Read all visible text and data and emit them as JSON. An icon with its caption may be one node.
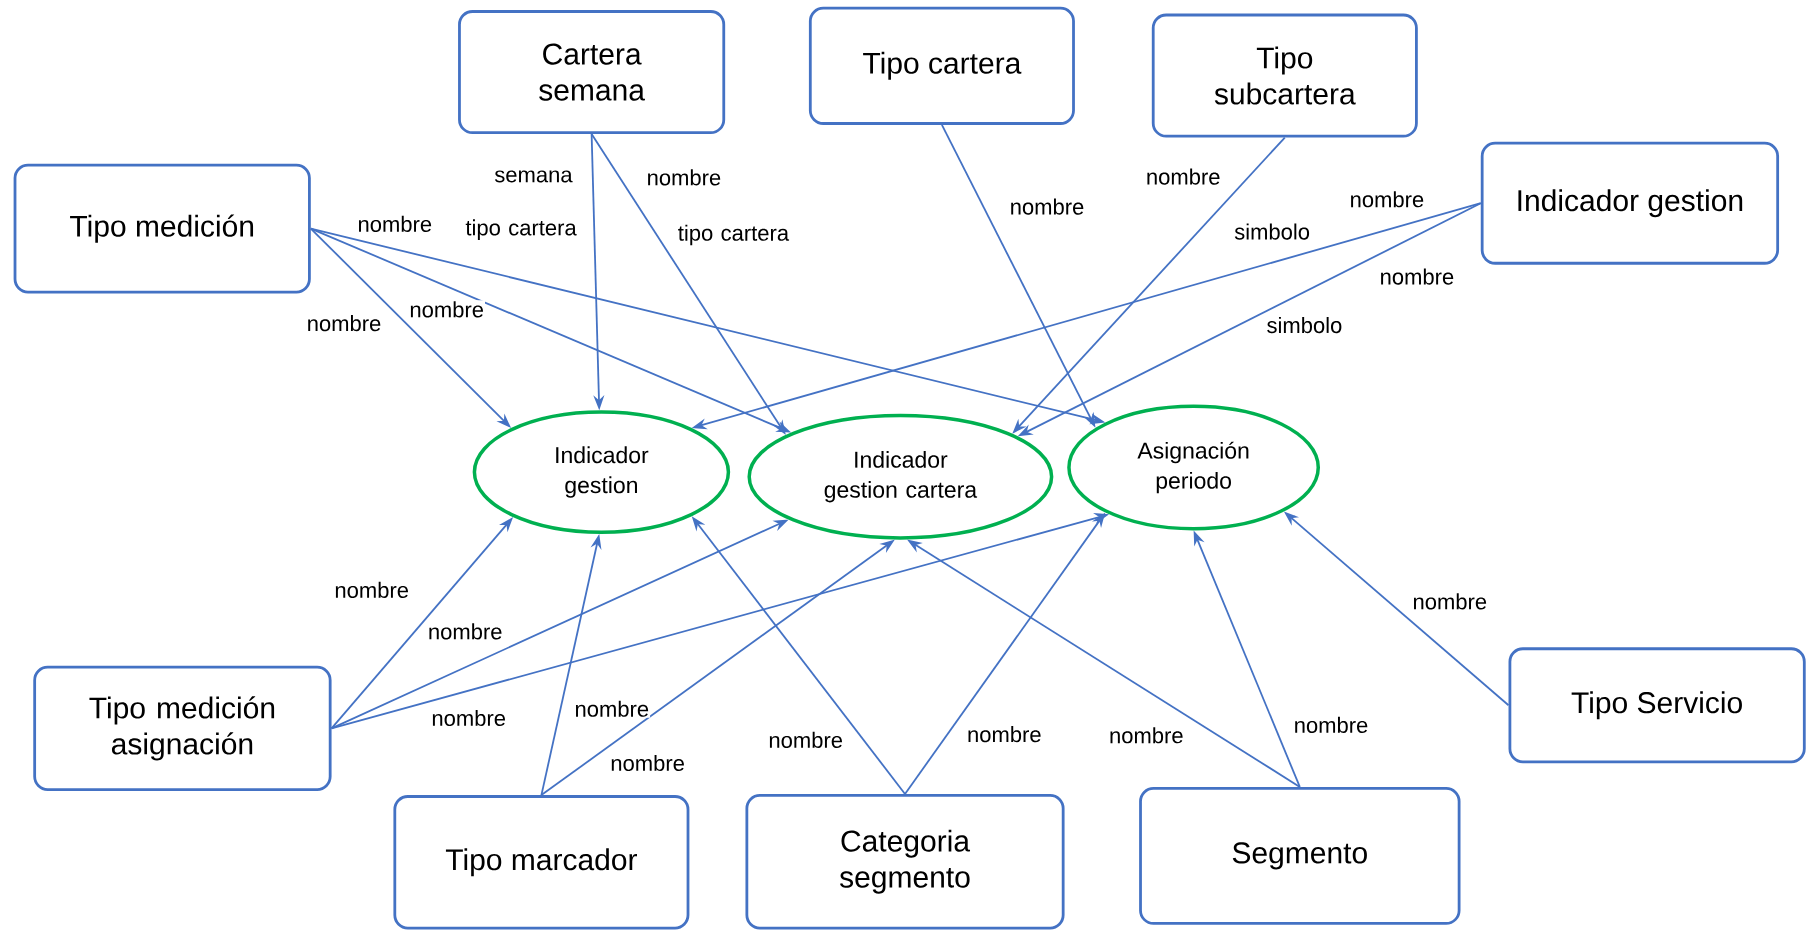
{
  "diagram": {
    "nodes": [
      {
        "text": [
          "Tipo medición"
        ]
      },
      {
        "text": [
          "Cartera semana"
        ]
      },
      {
        "text": [
          "Tipo cartera"
        ]
      },
      {
        "text": [
          "Tipo subcartera"
        ]
      },
      {
        "text": [
          "Indicador gestion"
        ]
      },
      {
        "text": [
          "Indicador gestion"
        ]
      },
      {
        "text": [
          "Indicador gestion cartera"
        ]
      },
      {
        "text": [
          "Asignación periodo"
        ]
      },
      {
        "text": [
          "Tipo medición asignación"
        ]
      },
      {
        "text": [
          "Tipo Servicio"
        ]
      },
      {
        "text": [
          "Tipo marcador"
        ]
      },
      {
        "text": [
          "Categoria segmento"
        ]
      },
      {
        "text": [
          "Segmento"
        ]
      }
    ],
    "edges": [
      {
        "from": 0,
        "to": 5,
        "arrow": "to",
        "label": "nombre"
      },
      {
        "from": 0,
        "to": 6,
        "arrow": "to",
        "label": "nombre"
      },
      {
        "from": 0,
        "to": 7,
        "arrow": "to",
        "label": "nombre"
      },
      {
        "from": 1,
        "to": 5,
        "arrow": "to",
        "label": "semana tipo cartera"
      },
      {
        "from": 1,
        "to": 6,
        "arrow": "to",
        "label": "nombre tipo cartera"
      },
      {
        "from": 2,
        "to": 7,
        "arrow": "to",
        "label": "nombre"
      },
      {
        "from": 3,
        "to": 6,
        "arrow": "to",
        "label": "nombre"
      },
      {
        "from": 4,
        "to": 5,
        "arrow": "to",
        "label": "nombre simbolo"
      },
      {
        "from": 4,
        "to": 6,
        "arrow": "to",
        "label": "nombre simbolo"
      },
      {
        "from": 8,
        "to": 5,
        "arrow": "to",
        "label": "nombre"
      },
      {
        "from": 8,
        "to": 6,
        "arrow": "to",
        "label": "nombre"
      },
      {
        "from": 8,
        "to": 7,
        "arrow": "to",
        "label": "nombre"
      },
      {
        "from": 10,
        "to": 5,
        "arrow": "to",
        "label": "nombre"
      },
      {
        "from": 10,
        "to": 6,
        "arrow": "to",
        "label": "nombre"
      },
      {
        "from": 11,
        "to": 5,
        "arrow": "to",
        "label": "nombre"
      },
      {
        "from": 11,
        "to": 7,
        "arrow": "to",
        "label": "nombre"
      },
      {
        "from": 12,
        "to": 6,
        "arrow": "to",
        "label": "nombre"
      },
      {
        "from": 12,
        "to": 7,
        "arrow": "to",
        "label": "nombre"
      },
      {
        "from": 9,
        "to": 7,
        "arrow": "to",
        "label": "nombre"
      }
    ]
  }
}
